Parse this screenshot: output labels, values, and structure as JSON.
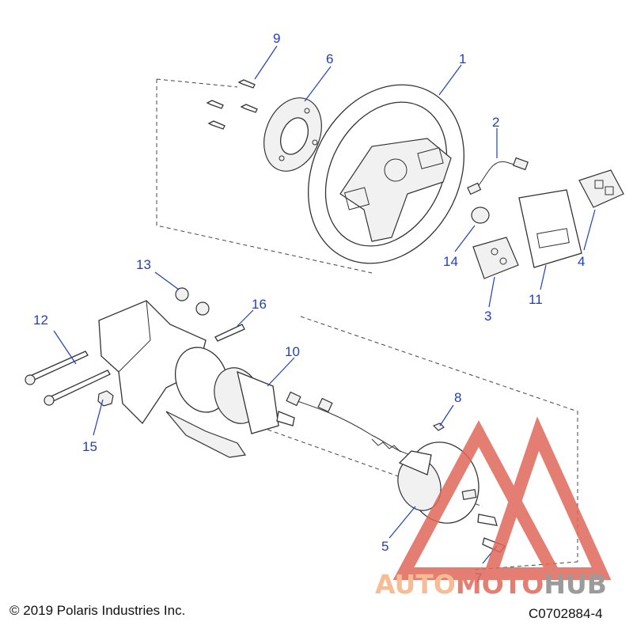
{
  "callouts": [
    "1",
    "2",
    "3",
    "4",
    "5",
    "6",
    "7",
    "8",
    "9",
    "10",
    "11",
    "12",
    "13",
    "14",
    "15",
    "16"
  ],
  "footer": {
    "copyright": "© 2019 Polaris Industries Inc.",
    "drawing_id": "C0702884-4"
  },
  "watermark": {
    "brand_part1": "AUTO",
    "brand_part2": "MOTO",
    "brand_part3": "HUB",
    "color_primary": "#f4b183",
    "color_secondary": "#e0685a",
    "color_tertiary": "#8a8a8a"
  },
  "colors": {
    "callout": "#1f3fbf",
    "line": "#333333"
  }
}
